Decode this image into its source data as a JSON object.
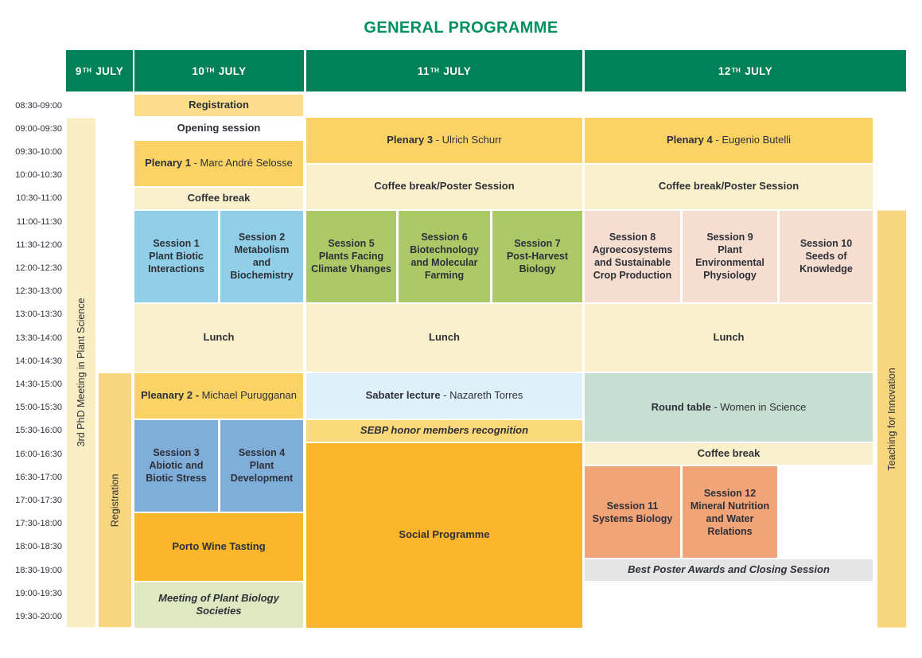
{
  "title": "GENERAL PROGRAMME",
  "colors": {
    "title_green": "#00905F",
    "header_green": "#008157",
    "header_text": "#FFFFFF",
    "text_dark": "#2E3038",
    "palette": {
      "strip-pale": "#F9EDC3",
      "strip-gold": "#F8D67E",
      "gold": "#FBDD8C",
      "plain": "#FFFFFF",
      "plenary": "#FBD264",
      "cream": "#FAF0CB",
      "blue": "#90CFE7",
      "darkblue": "#7FAEDB",
      "green": "#ABC966",
      "pink": "#F5DDD0",
      "salmon": "#F1A477",
      "sage": "#C7DFD2",
      "orange": "#FBB62C",
      "meeting-green": "#DFE8C0",
      "sabater": "#DEF0F9",
      "sebp": "#FBD97B",
      "grey": "#E5E5E5"
    }
  },
  "time_slots": [
    "08:30-09:00",
    "09:00-09:30",
    "09:30-10:00",
    "10:00-10:30",
    "10:30-11:00",
    "11:00-11:30",
    "11:30-12:00",
    "12:00-12:30",
    "12:30-13:00",
    "13:00-13:30",
    "13:30-14:00",
    "14:00-14:30",
    "14:30-15:00",
    "15:00-15:30",
    "15:30-16:00",
    "16:00-16:30",
    "16:30-17:00",
    "17:00-17:30",
    "17:30-18:00",
    "18:00-18:30",
    "18:30-19:00",
    "19:00-19:30",
    "19:30-20:00"
  ],
  "days": [
    {
      "id": "jul9",
      "num": "9",
      "sup": "TH",
      "month": "JULY"
    },
    {
      "id": "jul10",
      "num": "10",
      "sup": "TH",
      "month": "JULY"
    },
    {
      "id": "jul11",
      "num": "11",
      "sup": "TH",
      "month": "JULY"
    },
    {
      "id": "jul12",
      "num": "12",
      "sup": "TH",
      "month": "JULY"
    }
  ],
  "events": [
    {
      "name": "phd-meeting-vertical-label",
      "day": "jul9",
      "track": "a",
      "start": "09:00",
      "end": "20:00",
      "label": "3rd PhD Meeting in Plant Science",
      "style": "strip-pale",
      "vertical": true
    },
    {
      "name": "registration-vertical-label",
      "day": "jul9",
      "track": "b",
      "start": "14:30",
      "end": "20:00",
      "label": "Registration",
      "style": "strip-gold",
      "vertical": true
    },
    {
      "name": "registration-block",
      "day": "jul10",
      "track": "full",
      "start": "08:30",
      "end": "09:00",
      "label": "Registration",
      "style": "gold"
    },
    {
      "name": "opening-session-block",
      "day": "jul10",
      "track": "full",
      "start": "09:00",
      "end": "09:30",
      "label": "Opening session",
      "style": "plain"
    },
    {
      "name": "plenary-1-block",
      "day": "jul10",
      "track": "full",
      "start": "09:30",
      "end": "10:30",
      "bold": "Plenary 1",
      "label": " - Marc André Selosse",
      "style": "plenary"
    },
    {
      "name": "coffee-break-10jul-block",
      "day": "jul10",
      "track": "full",
      "start": "10:30",
      "end": "11:00",
      "label": "Coffee break",
      "style": "cream"
    },
    {
      "name": "session-1-block",
      "day": "jul10",
      "track": "left",
      "start": "11:00",
      "end": "13:00",
      "bold": "Session 1",
      "label": "Plant Biotic Interactions",
      "style": "blue",
      "stacked": true
    },
    {
      "name": "session-2-block",
      "day": "jul10",
      "track": "right",
      "start": "11:00",
      "end": "13:00",
      "bold": "Session 2",
      "label": "Metabolism and Biochemistry",
      "style": "blue",
      "stacked": true
    },
    {
      "name": "lunch-10jul-block",
      "day": "jul10",
      "track": "full",
      "start": "13:00",
      "end": "14:30",
      "label": "Lunch",
      "style": "cream"
    },
    {
      "name": "plenary-2-block",
      "day": "jul10",
      "track": "full",
      "start": "14:30",
      "end": "15:30",
      "bold": "Pleanary 2 -",
      "label": " Michael Purugganan",
      "style": "plenary"
    },
    {
      "name": "session-3-block",
      "day": "jul10",
      "track": "left",
      "start": "15:30",
      "end": "17:30",
      "bold": "Session 3",
      "label": "Abiotic and Biotic Stress",
      "style": "darkblue",
      "stacked": true
    },
    {
      "name": "session-4-block",
      "day": "jul10",
      "track": "right",
      "start": "15:30",
      "end": "17:30",
      "bold": "Session 4",
      "label": "Plant Development",
      "style": "darkblue",
      "stacked": true
    },
    {
      "name": "porto-wine-tasting-block",
      "day": "jul10",
      "track": "full",
      "start": "17:30",
      "end": "19:00",
      "label": "Porto Wine Tasting",
      "style": "orange"
    },
    {
      "name": "plant-biology-societies-block",
      "day": "jul10",
      "track": "full",
      "start": "19:00",
      "end": "20:00",
      "label": "Meeting of Plant Biology Societies",
      "style": "meeting-green",
      "italic": true
    },
    {
      "name": "plenary-3-block",
      "day": "jul11",
      "track": "full",
      "start": "09:00",
      "end": "10:00",
      "bold": "Plenary 3",
      "label": " - Ulrich Schurr",
      "style": "plenary"
    },
    {
      "name": "coffee-poster-11jul-block",
      "day": "jul11",
      "track": "full",
      "start": "10:00",
      "end": "11:00",
      "label": "Coffee break/Poster Session",
      "style": "cream"
    },
    {
      "name": "session-5-block",
      "day": "jul11",
      "track": "c1",
      "start": "11:00",
      "end": "13:00",
      "bold": "Session 5",
      "label": "Plants Facing Climate Vhanges",
      "style": "green",
      "stacked": true
    },
    {
      "name": "session-6-block",
      "day": "jul11",
      "track": "c2",
      "start": "11:00",
      "end": "13:00",
      "bold": "Session 6",
      "label": "Biotechnology and Molecular Farming",
      "style": "green",
      "stacked": true
    },
    {
      "name": "session-7-block",
      "day": "jul11",
      "track": "c3",
      "start": "11:00",
      "end": "13:00",
      "bold": "Session 7",
      "label": "Post-Harvest Biology",
      "style": "green",
      "stacked": true
    },
    {
      "name": "lunch-11jul-block",
      "day": "jul11",
      "track": "full",
      "start": "13:00",
      "end": "14:30",
      "label": "Lunch",
      "style": "cream"
    },
    {
      "name": "sabater-lecture-block",
      "day": "jul11",
      "track": "full",
      "start": "14:30",
      "end": "15:30",
      "bold": "Sabater lecture",
      "label": " - Nazareth Torres",
      "style": "sabater"
    },
    {
      "name": "sebp-recognition-block",
      "day": "jul11",
      "track": "full",
      "start": "15:30",
      "end": "16:00",
      "label": "SEBP honor members recognition",
      "style": "sebp",
      "italic": true
    },
    {
      "name": "social-programme-block",
      "day": "jul11",
      "track": "full",
      "start": "16:00",
      "end": "20:00",
      "label": "Social Programme",
      "style": "orange"
    },
    {
      "name": "plenary-4-block",
      "day": "jul12",
      "track": "full",
      "start": "09:00",
      "end": "10:00",
      "bold": "Plenary 4",
      "label": " - Eugenio Butelli",
      "style": "plenary"
    },
    {
      "name": "coffee-poster-12jul-block",
      "day": "jul12",
      "track": "full",
      "start": "10:00",
      "end": "11:00",
      "label": "Coffee break/Poster Session",
      "style": "cream"
    },
    {
      "name": "session-8-block",
      "day": "jul12",
      "track": "c1",
      "start": "11:00",
      "end": "13:00",
      "bold": "Session 8",
      "label": "Agroecosystems and Sustainable Crop Production",
      "style": "pink",
      "stacked": true
    },
    {
      "name": "session-9-block",
      "day": "jul12",
      "track": "c2",
      "start": "11:00",
      "end": "13:00",
      "bold": "Session 9",
      "label": "Plant Environmental Physiology",
      "style": "pink",
      "stacked": true
    },
    {
      "name": "session-10-block",
      "day": "jul12",
      "track": "c3",
      "start": "11:00",
      "end": "13:00",
      "bold": "Session 10",
      "label": "Seeds of Knowledge",
      "style": "pink",
      "stacked": true
    },
    {
      "name": "lunch-12jul-block",
      "day": "jul12",
      "track": "full",
      "start": "13:00",
      "end": "14:30",
      "label": "Lunch",
      "style": "cream"
    },
    {
      "name": "round-table-block",
      "day": "jul12",
      "track": "full",
      "start": "14:30",
      "end": "16:00",
      "bold": "Round table",
      "label": " - Women in Science",
      "style": "sage"
    },
    {
      "name": "coffee-break-12jul-block",
      "day": "jul12",
      "track": "full",
      "start": "16:00",
      "end": "16:30",
      "label": "Coffee break",
      "style": "cream"
    },
    {
      "name": "session-11-block",
      "day": "jul12",
      "track": "c1",
      "start": "16:30",
      "end": "18:30",
      "bold": "Session 11",
      "label": "Systems Biology",
      "style": "salmon",
      "stacked": true
    },
    {
      "name": "session-12-block",
      "day": "jul12",
      "track": "c2",
      "start": "16:30",
      "end": "18:30",
      "bold": "Session 12",
      "label": "Mineral Nutrition and Water Relations",
      "style": "salmon",
      "stacked": true
    },
    {
      "name": "best-poster-awards-block",
      "day": "jul12",
      "track": "full",
      "start": "18:30",
      "end": "19:00",
      "label": "Best Poster Awards and Closing Session",
      "style": "grey",
      "italic": true
    },
    {
      "name": "teaching-innovation-vertical-label",
      "day": "side",
      "track": "full",
      "start": "11:00",
      "end": "20:00",
      "label": "Teaching for Innovation",
      "style": "strip-gold",
      "vertical": true
    }
  ]
}
